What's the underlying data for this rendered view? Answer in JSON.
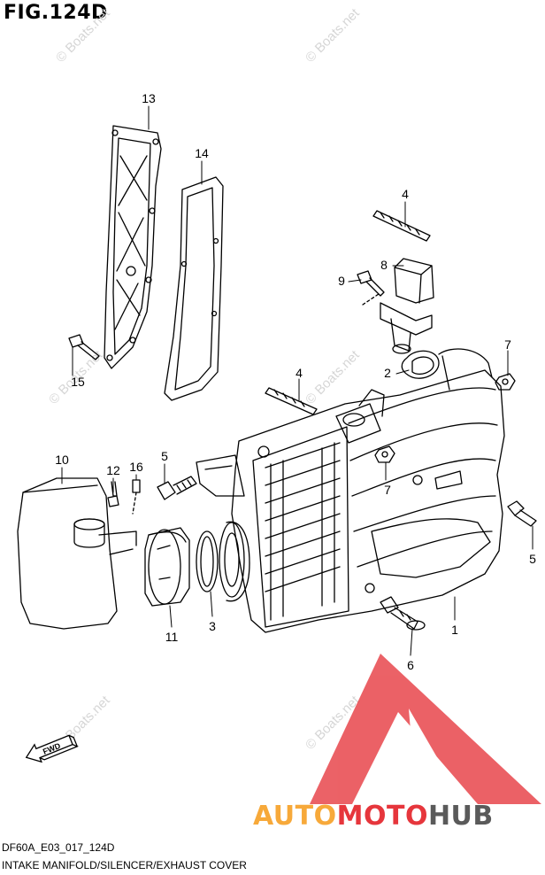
{
  "title": "FIG.124D",
  "watermark": "© Boats.net",
  "fwd_label": "FWD",
  "callouts": {
    "p1": "1",
    "p2": "2",
    "p3": "3",
    "p4a": "4",
    "p4b": "4",
    "p5a": "5",
    "p5b": "5",
    "p6": "6",
    "p7a": "7",
    "p7b": "7",
    "p8": "8",
    "p9": "9",
    "p10": "10",
    "p11": "11",
    "p12": "12",
    "p13": "13",
    "p14": "14",
    "p15": "15",
    "p16": "16"
  },
  "footer": {
    "code": "DF60A_E03_017_124D",
    "caption": "INTAKE MANIFOLD/SILENCER/EXHAUST COVER"
  },
  "brand": {
    "part1": "AUTO",
    "part2": "MOTO",
    "part3": "HUB"
  },
  "colors": {
    "brand_orange": "#f7a93a",
    "brand_red": "#e6363c",
    "brand_gray": "#5a5a5a",
    "watermark": "#d6d6d6"
  }
}
